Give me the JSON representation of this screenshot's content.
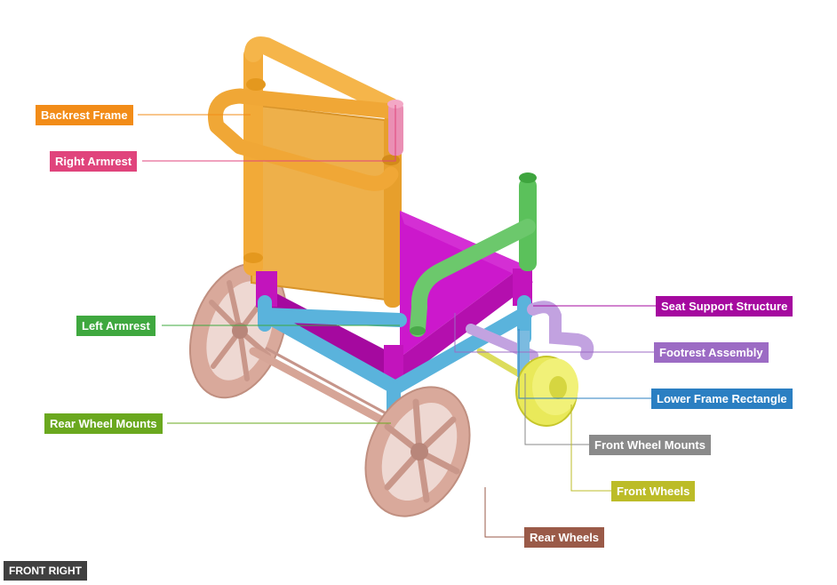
{
  "view_label": "FRONT RIGHT",
  "parts": [
    {
      "id": "backrest_frame",
      "label": "Backrest Frame",
      "color": "#f28c18"
    },
    {
      "id": "right_armrest",
      "label": "Right Armrest",
      "color": "#e0447c"
    },
    {
      "id": "left_armrest",
      "label": "Left Armrest",
      "color": "#3fa83f"
    },
    {
      "id": "rear_wheel_mounts",
      "label": "Rear Wheel Mounts",
      "color": "#6aa81e"
    },
    {
      "id": "seat_support",
      "label": "Seat Support Structure",
      "color": "#a5099f"
    },
    {
      "id": "footrest",
      "label": "Footrest Assembly",
      "color": "#9c6bc4"
    },
    {
      "id": "lower_frame",
      "label": "Lower Frame Rectangle",
      "color": "#2b7fc2"
    },
    {
      "id": "front_wheel_mounts",
      "label": "Front Wheel Mounts",
      "color": "#8a8a8a"
    },
    {
      "id": "front_wheels",
      "label": "Front Wheels",
      "color": "#bcbc28"
    },
    {
      "id": "rear_wheels",
      "label": "Rear Wheels",
      "color": "#9a5a48"
    }
  ]
}
